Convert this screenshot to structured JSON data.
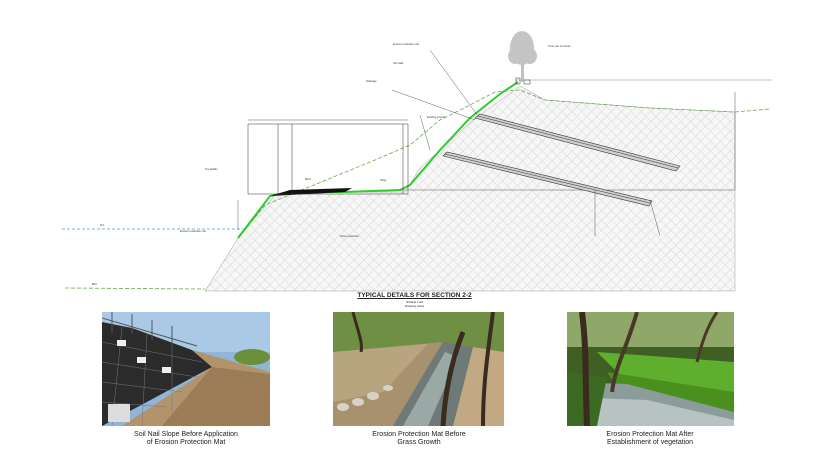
{
  "section": {
    "title": "TYPICAL DETAILS FOR SECTION 2-2",
    "scale": "SCALE 1:20",
    "subtitle": "Drawing notes"
  },
  "photos": [
    {
      "caption_line1": "Soil Nail Slope Before Application",
      "caption_line2": "of Erosion Protection Mat"
    },
    {
      "caption_line1": "Erosion Protection Mat Before",
      "caption_line2": "Grass Growth"
    },
    {
      "caption_line1": "Erosion Protection Mat After",
      "caption_line2": "Establishment of vegetation"
    }
  ],
  "annotations": {
    "tree_note": "Trees are to remain",
    "mat_top_note": "Erosion protection mat",
    "toe_note": "Toe details",
    "water_level": "W.L.",
    "bed_level": "Bed",
    "existing_ground": "Existing ground",
    "nail_note": "Soil nails",
    "drainage_note": "Drainage",
    "berm_note": "Berm",
    "grade_note": "Slope",
    "left_note": "Erosion protection mat",
    "bottom_note": "Scour protection"
  },
  "colors": {
    "mat_green": "#2ecc2e",
    "ground_line": "#6aa84f",
    "water_line": "#4aa3c8"
  }
}
